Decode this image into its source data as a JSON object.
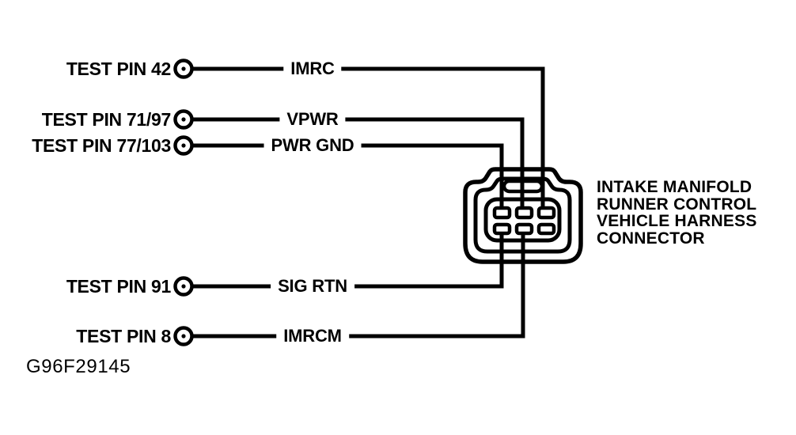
{
  "diagram": {
    "figure_code": "G96F29145",
    "connector_label": {
      "line1": "INTAKE MANIFOLD",
      "line2": "RUNNER CONTROL",
      "line3": "VEHICLE HARNESS",
      "line4": "CONNECTOR"
    },
    "rows": [
      {
        "test_pin": "TEST PIN 42",
        "signal": "IMRC"
      },
      {
        "test_pin": "TEST PIN 71/97",
        "signal": "VPWR"
      },
      {
        "test_pin": "TEST PIN 77/103",
        "signal": "PWR GND"
      },
      {
        "test_pin": "TEST PIN 91",
        "signal": "SIG RTN"
      },
      {
        "test_pin": "TEST PIN 8",
        "signal": "IMRCM"
      }
    ],
    "connector": {
      "pin_rows": 2,
      "pin_cols": 3,
      "pin_count": 6
    },
    "colors": {
      "ink": "#000000",
      "paper": "#ffffff"
    }
  }
}
